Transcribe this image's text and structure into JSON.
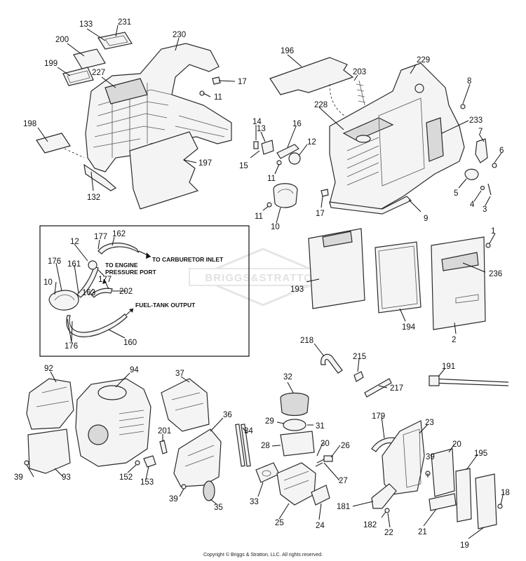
{
  "callouts": {
    "c1": "1",
    "c2": "2",
    "c3": "3",
    "c4": "4",
    "c5": "5",
    "c6": "6",
    "c7": "7",
    "c8": "8",
    "c9": "9",
    "c10": "10",
    "c10b": "10",
    "c11": "11",
    "c11b": "11",
    "c11c": "11",
    "c12": "12",
    "c12b": "12",
    "c13": "13",
    "c14": "14",
    "c15": "15",
    "c16": "16",
    "c17": "17",
    "c17b": "17",
    "c18": "18",
    "c19": "19",
    "c20": "20",
    "c21": "21",
    "c22": "22",
    "c23": "23",
    "c24": "24",
    "c25": "25",
    "c26": "26",
    "c27": "27",
    "c28": "28",
    "c29": "29",
    "c30": "30",
    "c31": "31",
    "c32": "32",
    "c33": "33",
    "c34": "34",
    "c35": "35",
    "c36": "36",
    "c37": "37",
    "c39a": "39",
    "c39b": "39",
    "c39c": "39",
    "c92": "92",
    "c93": "93",
    "c94": "94",
    "c132": "132",
    "c133": "133",
    "c152": "152",
    "c153": "153",
    "c160": "160",
    "c161": "161",
    "c162": "162",
    "c163": "163",
    "c176a": "176",
    "c176b": "176",
    "c177a": "177",
    "c177b": "177",
    "c179": "179",
    "c181": "181",
    "c182": "182",
    "c191": "191",
    "c193": "193",
    "c194": "194",
    "c195": "195",
    "c196": "196",
    "c197": "197",
    "c198": "198",
    "c199": "199",
    "c200": "200",
    "c201": "201",
    "c202": "202",
    "c203": "203",
    "c215": "215",
    "c217": "217",
    "c218": "218",
    "c227": "227",
    "c228": "228",
    "c229": "229",
    "c230": "230",
    "c231": "231",
    "c233": "233",
    "c236": "236"
  },
  "inset_notes": {
    "carburetor_inlet": "TO CARBURETOR INLET",
    "engine_line1": "TO ENGINE",
    "engine_line2": "PRESSURE PORT",
    "fuel_tank_output": "FUEL-TANK OUTPUT"
  },
  "watermark": "BRIGGS&STRATTON",
  "copyright": "Copyright © Briggs & Stratton, LLC. All rights reserved."
}
